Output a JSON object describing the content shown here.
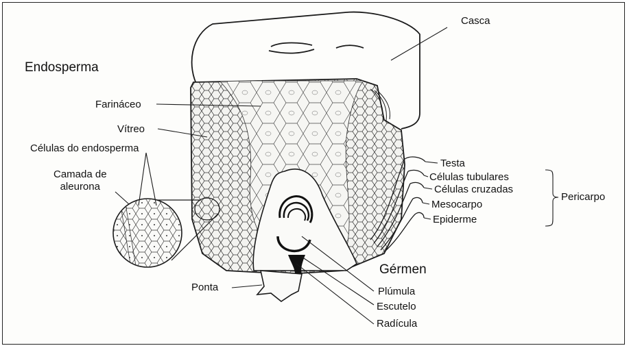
{
  "labels": {
    "casca": "Casca",
    "endosperma": "Endosperma",
    "farinaceo": "Farináceo",
    "vitreo": "Vítreo",
    "celulas_endosperma": "Células do endosperma",
    "camada_aleurona": "Camada de\naleurona",
    "testa": "Testa",
    "celulas_tubulares": "Células tubulares",
    "celulas_cruzadas": "Células cruzadas",
    "mesocarpo": "Mesocarpo",
    "epiderme": "Epiderme",
    "pericarpo": "Pericarpo",
    "germen": "Gérmen",
    "ponta": "Ponta",
    "plumula": "Plúmula",
    "escutelo": "Escutelo",
    "radicula": "Radícula"
  },
  "colors": {
    "ink": "#1a1a1a",
    "background": "#fdfdfb",
    "fill": "#f3f3f0"
  }
}
